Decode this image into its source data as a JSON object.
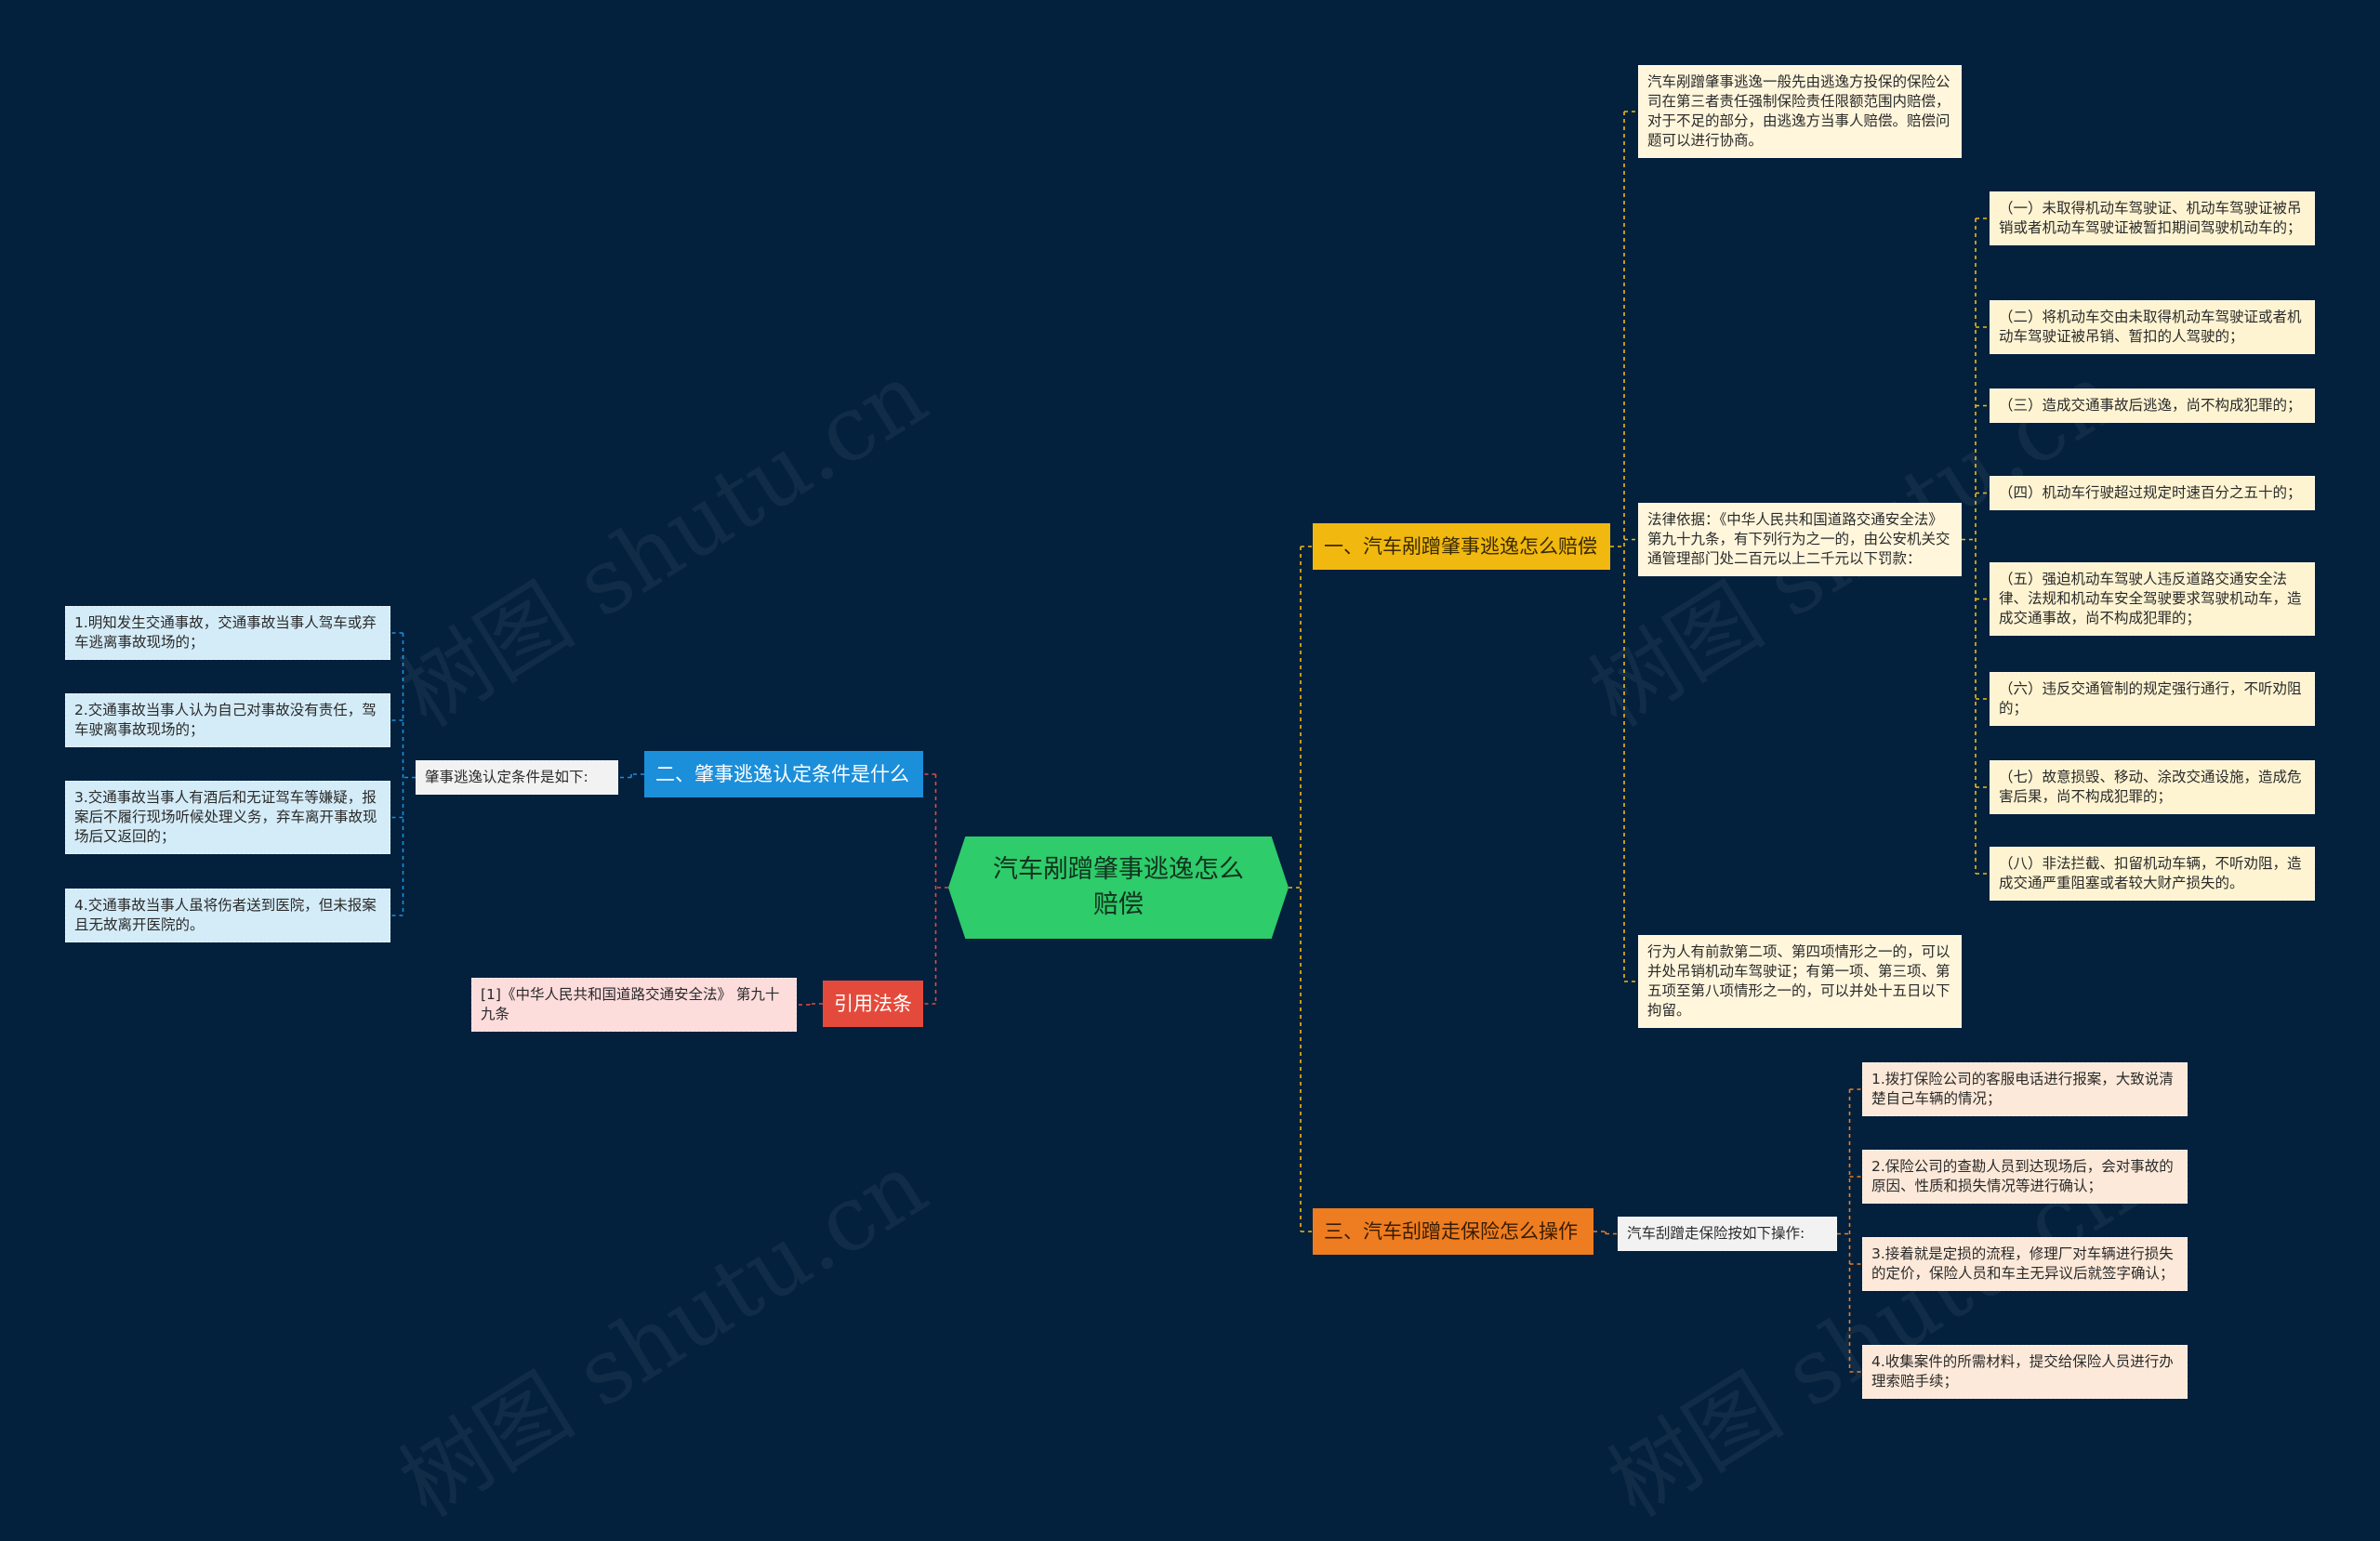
{
  "root": {
    "label": "汽车剐蹭肇事逃逸怎么赔偿"
  },
  "branches": {
    "b1": {
      "label": "一、汽车剐蹭肇事逃逸怎么赔偿"
    },
    "b2": {
      "label": "二、肇事逃逸认定条件是什么"
    },
    "b3": {
      "label": "三、汽车刮蹭走保险怎么操作"
    },
    "cite": {
      "label": "引用法条"
    }
  },
  "b1": {
    "summary": "汽车剐蹭肇事逃逸一般先由逃逸方投保的保险公司在第三者责任强制保险责任限额范围内赔偿，对于不足的部分，由逃逸方当事人赔偿。赔偿问题可以进行协商。",
    "legal_basis": "法律依据：《中华人民共和国道路交通安全法》第九十九条，有下列行为之一的，由公安机关交通管理部门处二百元以上二千元以下罚款：",
    "penalty": "行为人有前款第二项、第四项情形之一的，可以并处吊销机动车驾驶证；有第一项、第三项、第五项至第八项情形之一的，可以并处十五日以下拘留。",
    "items": [
      "（一）未取得机动车驾驶证、机动车驾驶证被吊销或者机动车驾驶证被暂扣期间驾驶机动车的；",
      "（二）将机动车交由未取得机动车驾驶证或者机动车驾驶证被吊销、暂扣的人驾驶的；",
      "（三）造成交通事故后逃逸，尚不构成犯罪的；",
      "（四）机动车行驶超过规定时速百分之五十的；",
      "（五）强迫机动车驾驶人违反道路交通安全法律、法规和机动车安全驾驶要求驾驶机动车，造成交通事故，尚不构成犯罪的；",
      "（六）违反交通管制的规定强行通行，不听劝阻的；",
      "（七）故意损毁、移动、涂改交通设施，造成危害后果，尚不构成犯罪的；",
      "（八）非法拦截、扣留机动车辆，不听劝阻，造成交通严重阻塞或者较大财产损失的。"
    ]
  },
  "b2": {
    "intro": "肇事逃逸认定条件是如下:",
    "items": [
      "1.明知发生交通事故，交通事故当事人驾车或弃车逃离事故现场的；",
      "2.交通事故当事人认为自己对事故没有责任，驾车驶离事故现场的；",
      "3.交通事故当事人有酒后和无证驾车等嫌疑，报案后不履行现场听候处理义务，弃车离开事故现场后又返回的；",
      "4.交通事故当事人虽将伤者送到医院，但未报案且无故离开医院的。"
    ]
  },
  "b3": {
    "intro": "汽车刮蹭走保险按如下操作:",
    "items": [
      "1.拨打保险公司的客服电话进行报案，大致说清楚自己车辆的情况；",
      "2.保险公司的查勘人员到达现场后，会对事故的原因、性质和损失情况等进行确认；",
      "3.接着就是定损的流程，修理厂对车辆进行损失的定价，保险人员和车主无异议后就签字确认；",
      "4.收集案件的所需材料，提交给保险人员进行办理索赔手续；"
    ]
  },
  "cite": {
    "ref": "[1]《中华人民共和国道路交通安全法》 第九十九条"
  },
  "colors": {
    "background": "#03203d",
    "root": "#2ecc6a",
    "branch_yellow": "#f1b90f",
    "branch_blue": "#1c8fdb",
    "branch_red": "#e44a3b",
    "branch_orange": "#ee7d21"
  },
  "watermark": "树图 shutu.cn"
}
